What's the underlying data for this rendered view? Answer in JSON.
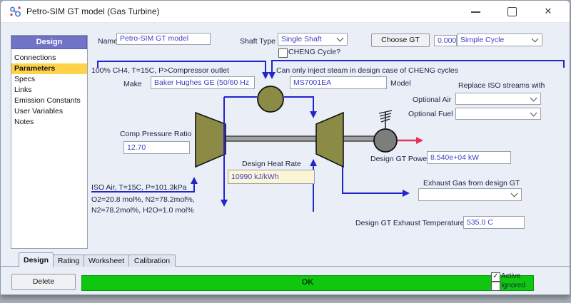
{
  "window": {
    "title": "Petro-SIM GT model (Gas Turbine)",
    "controls": {
      "minimize_glyph": "",
      "close_glyph": "✕"
    }
  },
  "sidebar": {
    "header": "Design",
    "items": [
      {
        "label": "Connections",
        "selected": false
      },
      {
        "label": "Parameters",
        "selected": true
      },
      {
        "label": "Specs",
        "selected": false
      },
      {
        "label": "Links",
        "selected": false
      },
      {
        "label": "Emission Constants",
        "selected": false
      },
      {
        "label": "User Variables",
        "selected": false
      },
      {
        "label": "Notes",
        "selected": false
      }
    ]
  },
  "form": {
    "name_label": "Name",
    "name_value": "Petro-SIM GT model",
    "shaft_type_label": "Shaft Type",
    "shaft_type_value": "Single Shaft",
    "cheng_label": "CHENG Cycle?",
    "cheng_checked": false,
    "choose_gt_label": "Choose GT",
    "steam_value": "0.000",
    "cycle_value": "Simple Cycle",
    "make_label": "Make",
    "make_value": "Baker Hughes GE (50/60 Hz",
    "model_value": "MS7001EA",
    "model_label": "Model",
    "replace_iso_label": "Replace ISO streams with",
    "optional_air_label": "Optional Air",
    "optional_air_value": "",
    "optional_fuel_label": "Optional Fuel",
    "optional_fuel_value": "",
    "comp_pressure_ratio_label": "Comp Pressure Ratio",
    "comp_pressure_ratio_value": "12.70",
    "design_heat_rate_label": "Design Heat Rate",
    "design_heat_rate_value": "10990 kJ/kWh",
    "design_gt_power_label": "Design GT Power",
    "design_gt_power_value": "8.540e+04 kW",
    "exhaust_gas_label": "Exhaust Gas from design GT",
    "exhaust_gas_value": "",
    "exhaust_temp_label": "Design GT Exhaust Temperature",
    "exhaust_temp_value": "535.0 C"
  },
  "annotations": {
    "fuel_note": "100% CH4, T=15C, P>Compressor outlet",
    "steam_note": "Can only inject steam in design case of CHENG cycles",
    "iso_air_note": "ISO Air, T=15C, P=101.3kPa",
    "iso_air_comp1": "O2=20.8 mol%, N2=78.2mol%,",
    "iso_air_comp2": "N2=78.2mol%, H2O=1.0 mol%"
  },
  "tabs": [
    {
      "label": "Design",
      "active": true
    },
    {
      "label": "Rating",
      "active": false
    },
    {
      "label": "Worksheet",
      "active": false
    },
    {
      "label": "Calibration",
      "active": false
    }
  ],
  "footer": {
    "delete_label": "Delete",
    "status_text": "OK",
    "active_label": "Active",
    "active_checked": true,
    "active_check_glyph": "✓",
    "ignored_label": "Ignored",
    "ignored_checked": false
  },
  "colors": {
    "stream_blue": "#2424cd",
    "value_text_blue": "#4040c8",
    "equipment_olive": "#8b8b45",
    "status_ok_green": "#0fc70f",
    "highlight_yellow": "#ffd24a",
    "sidebar_header_purple": "#7174c6",
    "power_arrow_red": "#e23355",
    "heat_rate_field_bg": "#fbf5d5"
  }
}
